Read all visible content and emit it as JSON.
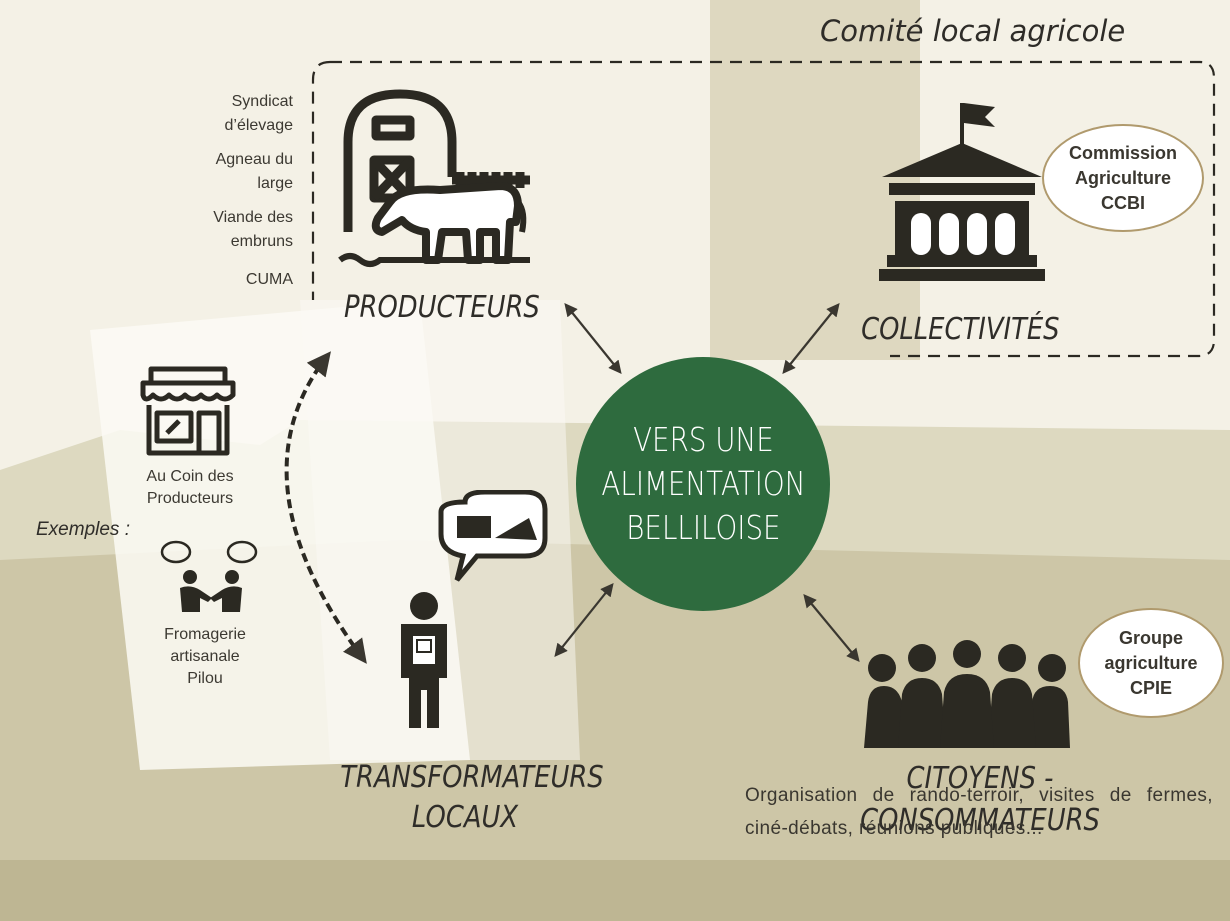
{
  "title": "Comité local agricole",
  "producers_examples": [
    "Syndicat d’élevage",
    "Agneau du large",
    "Viande des embruns",
    "CUMA"
  ],
  "roles": {
    "producteurs": "PRODUCTEURS",
    "collectivites": "COLLECTIVITÉS",
    "transformateurs": [
      "TRANSFORMATEURS",
      "LOCAUX"
    ],
    "citoyens": [
      "CITOYENS -",
      "CONSOMMATEURS"
    ]
  },
  "center": [
    "VERS UNE",
    "ALIMENTATION",
    "BELLILOISE"
  ],
  "commission": [
    "Commission",
    "Agriculture",
    "CCBI"
  ],
  "groupe": [
    "Groupe",
    "agriculture",
    "CPIE"
  ],
  "exemples_label": "Exemples :",
  "exemple_shop": [
    "Au Coin des",
    "Producteurs"
  ],
  "exemple_fromagerie": [
    "Fromagerie",
    "artisanale",
    "Pilou"
  ],
  "bottom_note": "Organisation de rando-terroir, visites de fermes, ciné-débats, réunions publiques...",
  "colors": {
    "center": "#2e6b3e",
    "icons": "#2b2922",
    "oval_border": "#b09a6d",
    "background": "#cdc6a4"
  }
}
